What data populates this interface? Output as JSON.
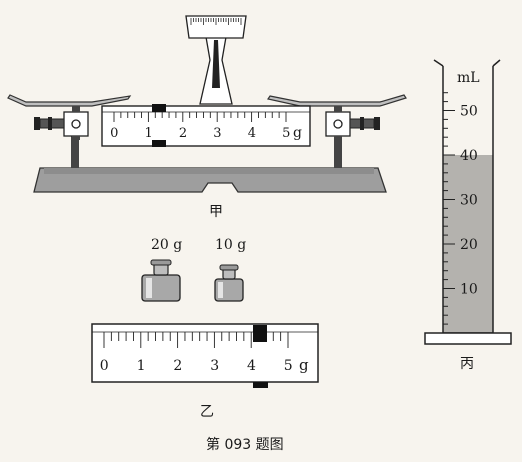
{
  "balance": {
    "caption": "甲",
    "ruler_numbers": [
      "0",
      "1",
      "2",
      "3",
      "4",
      "5"
    ],
    "unit": "g"
  },
  "weights": {
    "labels": [
      "20 g",
      "10 g"
    ]
  },
  "rider_scale": {
    "caption": "乙",
    "ruler_numbers": [
      "0",
      "1",
      "2",
      "3",
      "4",
      "5"
    ],
    "unit": "g"
  },
  "cylinder": {
    "caption": "丙",
    "unit": "mL",
    "marks": [
      "50",
      "40",
      "30",
      "20",
      "10"
    ],
    "liquid_level_ml": 40,
    "liquid_color": "#b4b2ae"
  },
  "figure_caption": "第 093 题图"
}
